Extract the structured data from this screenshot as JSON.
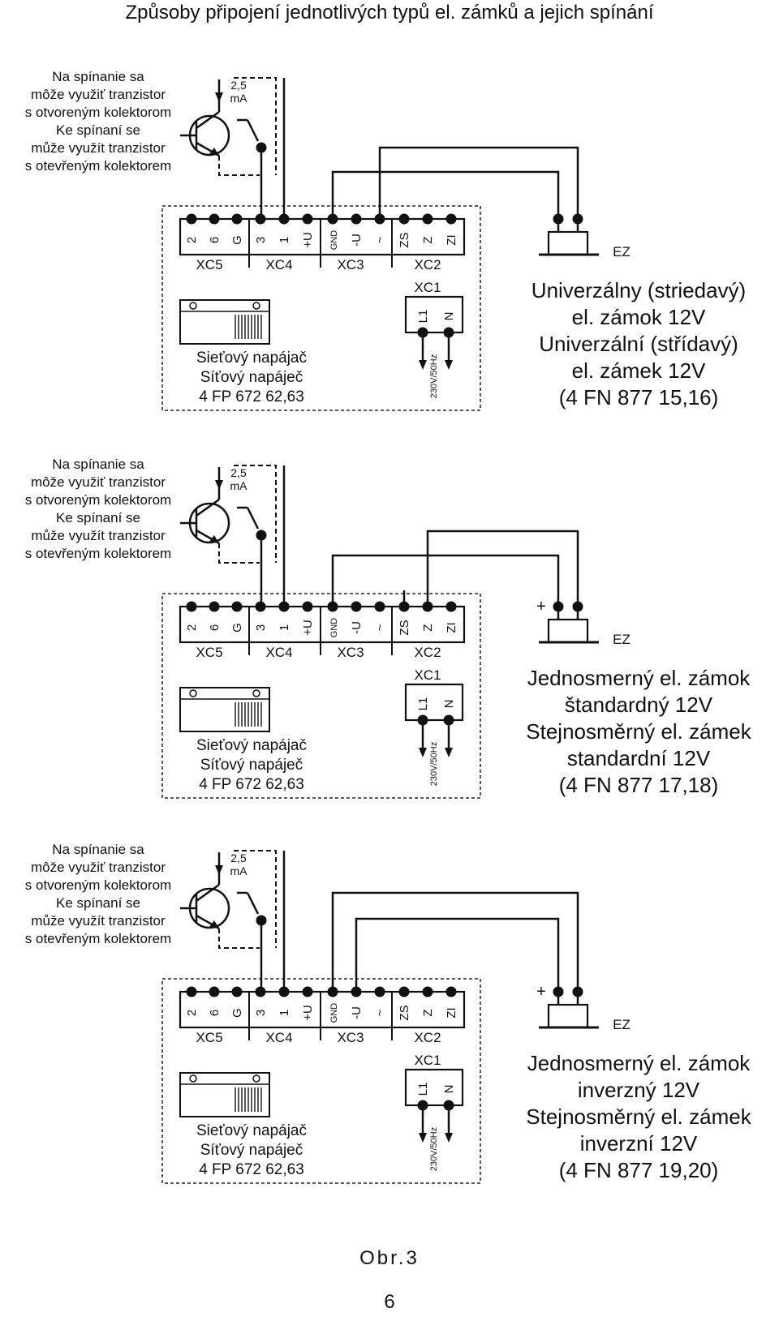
{
  "page_title": "Způsoby připojení jednotlivých typů el. zámků a jejich spínání",
  "switch_note": [
    "Na spínanie sa",
    "môže využiť tranzistor",
    "s otvoreným kolektorom",
    "Ke spínaní se",
    "může využít tranzistor",
    "s otevřeným kolektorem"
  ],
  "current_label": [
    "2,5",
    "mA"
  ],
  "terminal_labels": [
    "2",
    "6",
    "G",
    "3",
    "1",
    "+U",
    "GND",
    "-U",
    "~",
    "ZS",
    "Z",
    "ZI"
  ],
  "connector_labels": [
    "XC5",
    "XC4",
    "XC3",
    "XC2"
  ],
  "mains_connector": {
    "name": "XC1",
    "pins": [
      "L1",
      "N"
    ],
    "voltage": "230V/50Hz"
  },
  "power_supply_label": [
    "Sieťový napájač",
    "Síťový napáječ",
    "4 FP 672 62,63"
  ],
  "lock_label": "EZ",
  "polarity_plus": "+",
  "panels": [
    {
      "id": "universal",
      "polarity_shown": false,
      "description": [
        "Univerzálny (striedavý)",
        "el. zámok 12V",
        "Univerzální (střídavý)",
        "el. zámek 12V",
        "(4 FN 877 15,16)"
      ]
    },
    {
      "id": "dc-standard",
      "polarity_shown": true,
      "description": [
        "Jednosmerný el. zámok",
        "štandardný 12V",
        "Stejnosměrný el. zámek",
        "standardní 12V",
        "(4 FN 877 17,18)"
      ]
    },
    {
      "id": "dc-inverse",
      "polarity_shown": true,
      "description": [
        "Jednosmerný el. zámok",
        "inverzný 12V",
        "Stejnosměrný el. zámek",
        "inverzní 12V",
        "(4 FN 877 19,20)"
      ]
    }
  ],
  "figure_caption": "Obr.3",
  "page_number": "6"
}
